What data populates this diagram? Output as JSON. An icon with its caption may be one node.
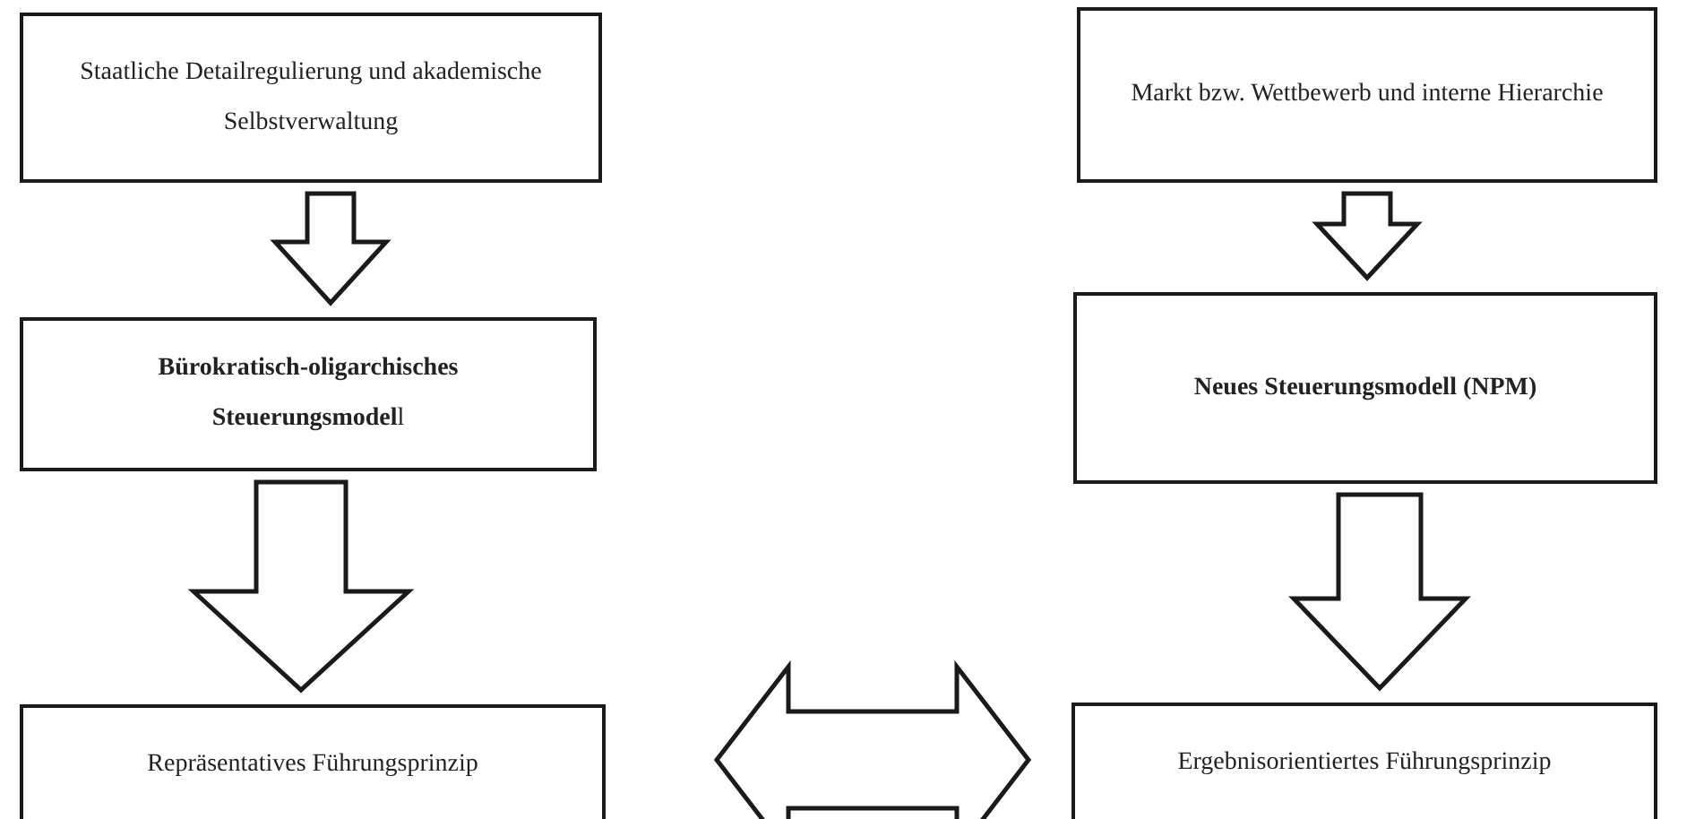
{
  "diagram": {
    "nodes": [
      {
        "text": [
          "Staatliche Detailregulierung und akademische Selbstverwaltung"
        ]
      },
      {
        "text": [
          "**Bürokratisch-oligarchisches Steuerungsmodel**l"
        ]
      },
      {
        "text": [
          "Repräsentatives Führungsprinzip"
        ]
      },
      {
        "text": [
          "Markt bzw. Wettbewerb und interne Hierarchie"
        ]
      },
      {
        "text": [
          "Neues Steuerungsmodell (NPM)"
        ]
      },
      {
        "text": [
          "Ergebnisorientiertes Führungsprinzip"
        ]
      }
    ],
    "edges": [
      {
        "from": 0,
        "to": 1,
        "arrow": "to"
      },
      {
        "from": 1,
        "to": 2,
        "arrow": "to"
      },
      {
        "from": 3,
        "to": 4,
        "arrow": "to"
      },
      {
        "from": 4,
        "to": 5,
        "arrow": "to"
      },
      {
        "from": 2,
        "to": 5,
        "arrow": "both"
      }
    ]
  }
}
